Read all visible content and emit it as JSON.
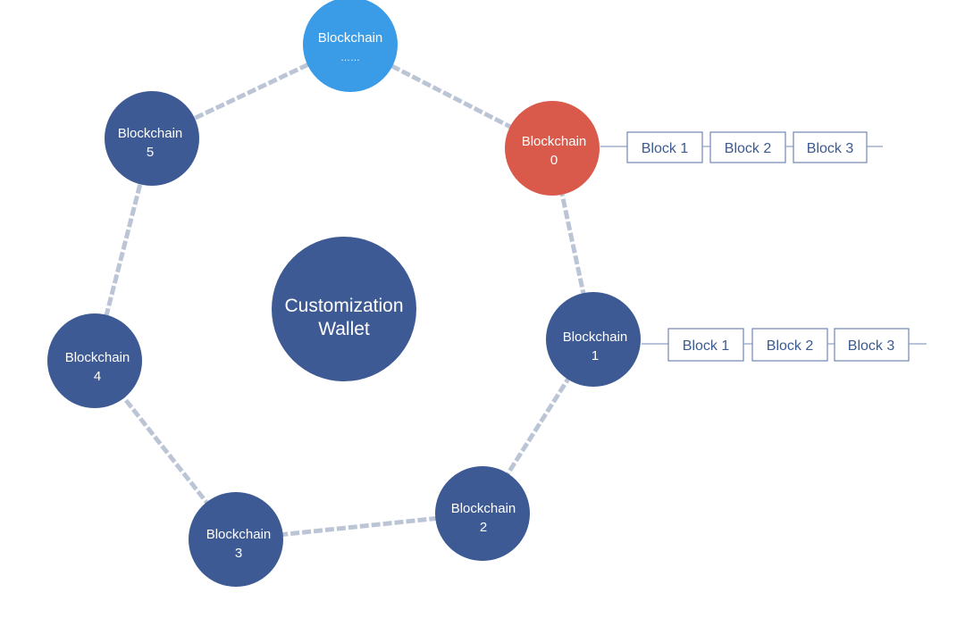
{
  "diagram": {
    "center": {
      "line1": "Customization",
      "line2": "Wallet"
    },
    "nodes": [
      {
        "id": "top",
        "line1": "Blockchain",
        "line2": "……",
        "color": "#3a9be6"
      },
      {
        "id": "0",
        "line1": "Blockchain",
        "line2": "0",
        "color": "#d95a4a"
      },
      {
        "id": "1",
        "line1": "Blockchain",
        "line2": "1",
        "color": "#3e5a94"
      },
      {
        "id": "2",
        "line1": "Blockchain",
        "line2": "2",
        "color": "#3e5a94"
      },
      {
        "id": "3",
        "line1": "Blockchain",
        "line2": "3",
        "color": "#3e5a94"
      },
      {
        "id": "4",
        "line1": "Blockchain",
        "line2": "4",
        "color": "#3e5a94"
      },
      {
        "id": "5",
        "line1": "Blockchain",
        "line2": "5",
        "color": "#3e5a94"
      }
    ],
    "chain0_blocks": [
      "Block 1",
      "Block 2",
      "Block 3"
    ],
    "chain1_blocks": [
      "Block 1",
      "Block 2",
      "Block 3"
    ],
    "colors": {
      "center": "#3e5a94",
      "ring": "#bcc5d6",
      "block_border": "#6f86b5",
      "block_text": "#3c5a91"
    }
  }
}
